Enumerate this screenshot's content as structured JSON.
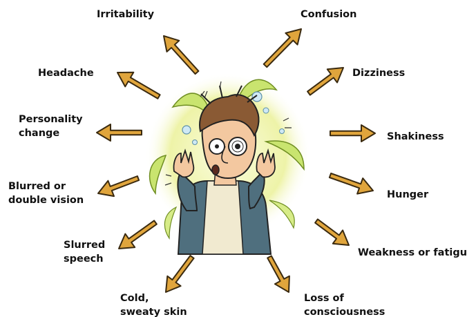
{
  "symptoms": {
    "irritability": "Irritability",
    "confusion": "Confusion",
    "headache": "Headache",
    "dizziness": "Dizziness",
    "personality": [
      "Personality",
      "change"
    ],
    "shakiness": "Shakiness",
    "blurred": [
      "Blurred or",
      "double vision"
    ],
    "hunger": "Hunger",
    "slurred": [
      "Slurred",
      "speech"
    ],
    "weakness": "Weakness or fatigue",
    "cold": [
      "Cold,",
      "sweaty skin"
    ],
    "loss": [
      "Loss of",
      "consciousness"
    ]
  },
  "colors": {
    "arrow_fill": "#e0a53c",
    "arrow_outline": "#3a2a10",
    "burst": "#e8ee9a",
    "swoosh": "#b7df5e",
    "shirt": "#f1ead0",
    "jacket": "#4f6f7e",
    "skin": "#f3c8a0",
    "hair": "#8a5a34"
  },
  "icons": {
    "figure": "stressed-man-illustration",
    "arrow": "outward-arrow-icon"
  }
}
